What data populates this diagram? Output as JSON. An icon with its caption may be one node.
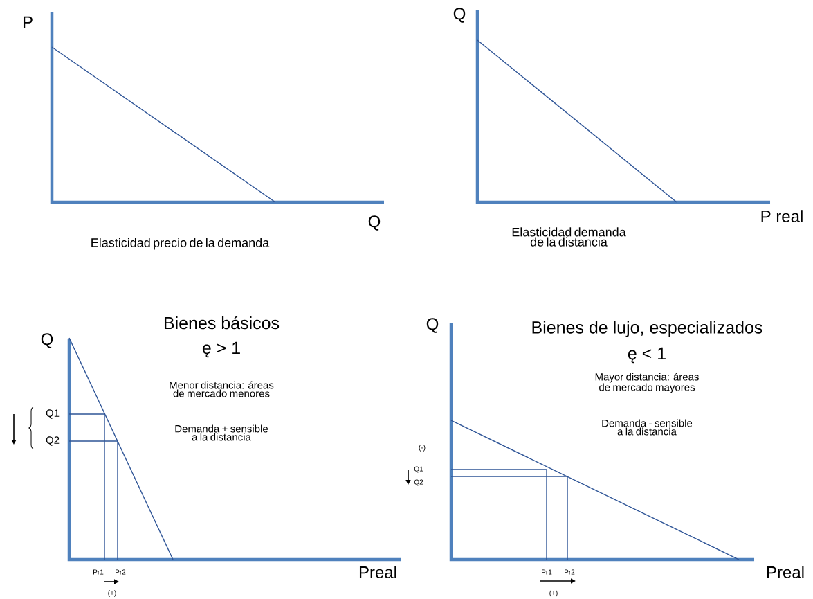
{
  "diagram": {
    "labels": [
      "P",
      "Q",
      "Elasticidad precio de la demanda",
      "Q",
      "P real",
      "Elasticidad demanda de la distancia",
      "Q",
      "Bienes básicos",
      "ę > 1",
      "Menor distancia: áreas de mercado menores",
      "Q1",
      "Q2",
      "Demanda + sensible a la distancia",
      "Preal",
      "Pr1",
      "Pr2",
      "(+)",
      "Q",
      "Bienes de lujo, especializados",
      "ę < 1",
      "Mayor distancia: áreas de mercado mayores",
      "(-)",
      "Q1",
      "Q2",
      "Demanda - sensible a la distancia",
      "Preal",
      "Pr1",
      "Pr2",
      "(+)"
    ]
  }
}
